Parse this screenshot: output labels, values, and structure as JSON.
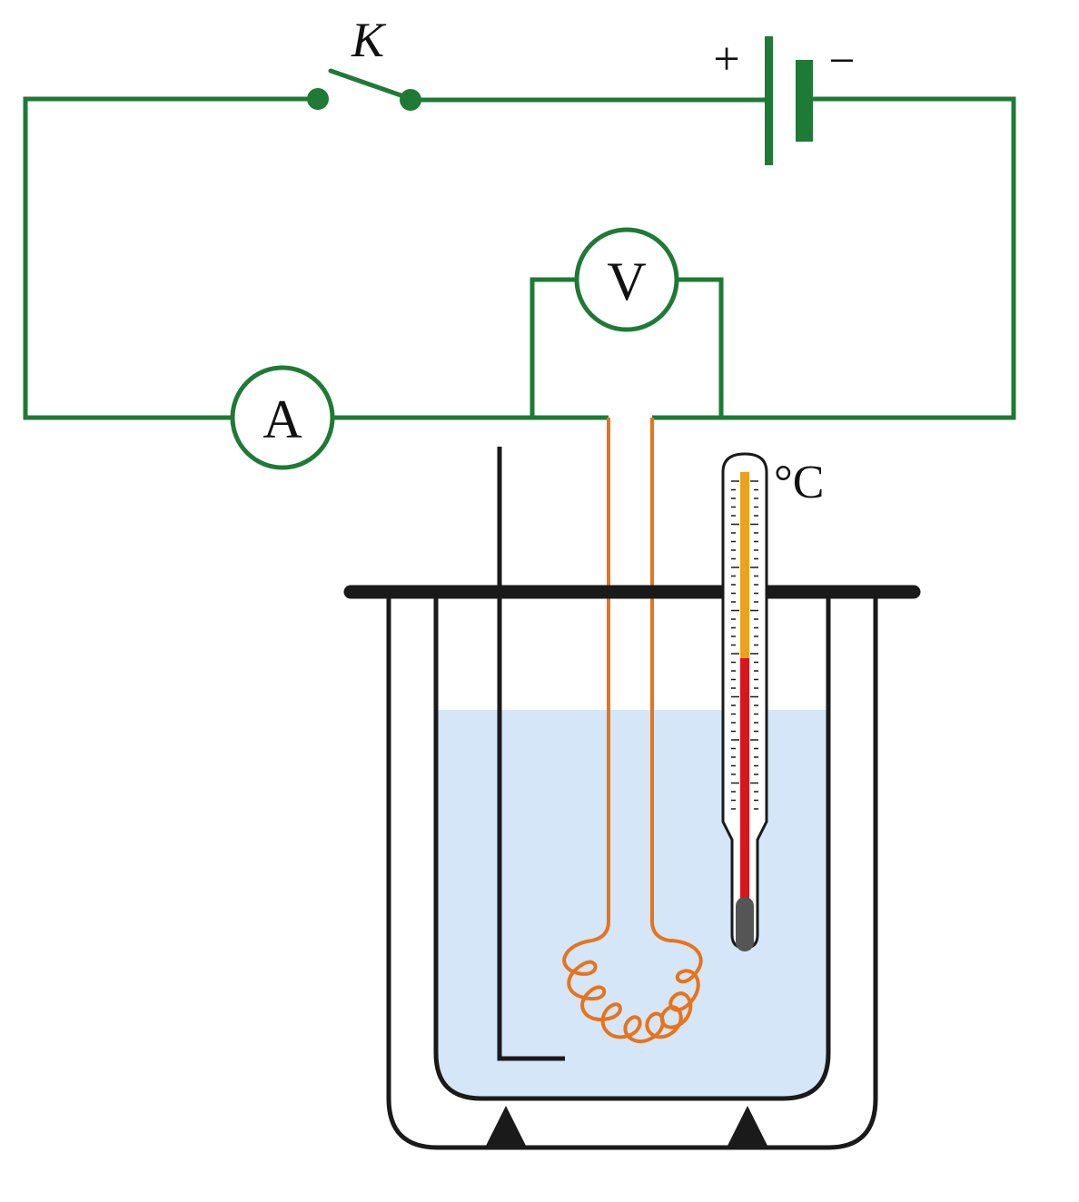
{
  "labels": {
    "switch": "K",
    "battery_plus": "+",
    "battery_minus": "−",
    "voltmeter": "V",
    "ammeter": "A",
    "thermometer_unit": "°C"
  },
  "colors": {
    "wire": "#1e7a34",
    "heater_wire": "#e8731a",
    "water": "#d4e6f7",
    "vessel": "#1a1a1a",
    "mercury_upper": "#eba21c",
    "mercury_lower": "#d9161c",
    "bulb": "#555555"
  }
}
